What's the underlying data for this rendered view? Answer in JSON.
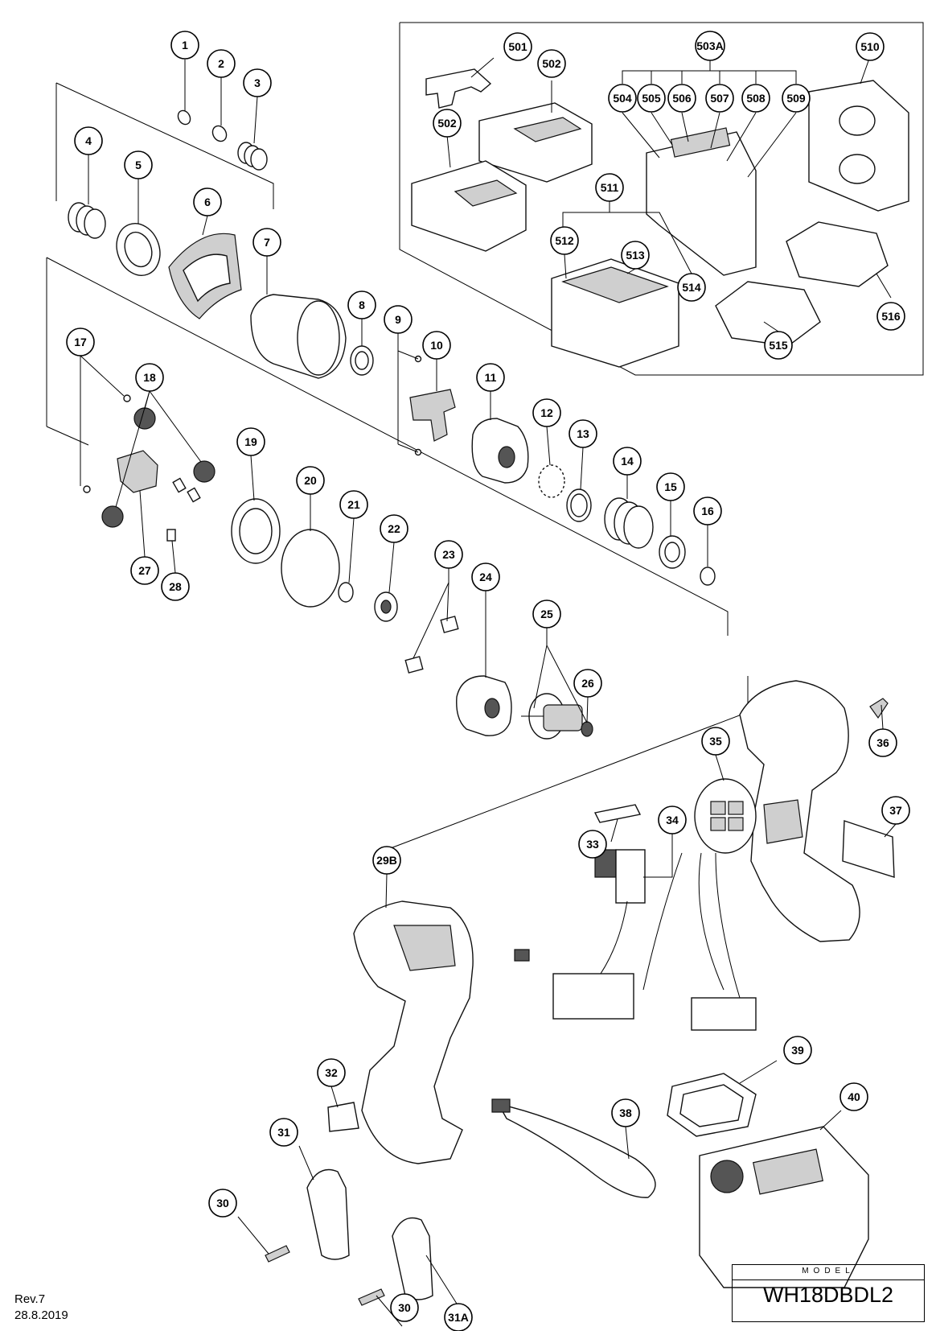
{
  "revision": "Rev.7",
  "date": "28.8.2019",
  "model": {
    "label": "MODEL",
    "value": "WH18DBDL2"
  },
  "callouts": [
    "1",
    "2",
    "3",
    "4",
    "5",
    "6",
    "7",
    "8",
    "9",
    "10",
    "11",
    "12",
    "13",
    "14",
    "15",
    "16",
    "17",
    "18",
    "19",
    "20",
    "21",
    "22",
    "23",
    "24",
    "25",
    "26",
    "27",
    "28",
    "29B",
    "30",
    "30",
    "31",
    "31A",
    "32",
    "33",
    "34",
    "35",
    "36",
    "37",
    "38",
    "39",
    "40",
    "501",
    "502",
    "502",
    "503A",
    "504",
    "505",
    "506",
    "507",
    "508",
    "509",
    "510",
    "511",
    "512",
    "513",
    "514",
    "515",
    "516"
  ]
}
